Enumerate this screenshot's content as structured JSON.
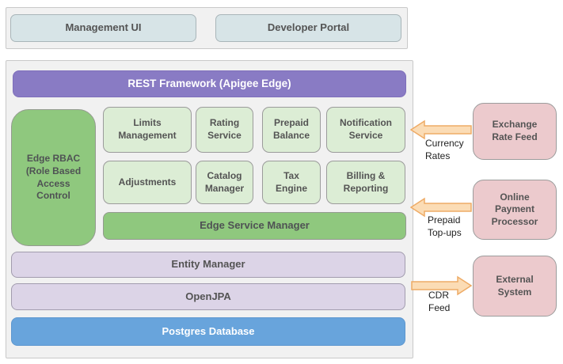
{
  "top_panel": {
    "boxes": [
      {
        "label": "Management UI"
      },
      {
        "label": "Developer Portal"
      }
    ]
  },
  "main_panel": {
    "rest_bar_label": "REST Framework (Apigee Edge)",
    "rbac_label": "Edge RBAC (Role Based Access Control",
    "services_row1": [
      "Limits Management",
      "Rating Service",
      "Prepaid Balance",
      "Notification Service"
    ],
    "services_row2": [
      "Adjustments",
      "Catalog Manager",
      "Tax Engine",
      "Billing & Reporting"
    ],
    "edge_service_manager_label": "Edge Service Manager",
    "entity_manager_label": "Entity Manager",
    "openjpa_label": "OpenJPA",
    "postgres_label": "Postgres Database"
  },
  "external_systems": [
    {
      "label": "Exchange Rate Feed"
    },
    {
      "label": "Online Payment Processor"
    },
    {
      "label": "External System"
    }
  ],
  "flows": [
    {
      "label": "Currency Rates",
      "direction": "left"
    },
    {
      "label": "Prepaid Top-ups",
      "direction": "left"
    },
    {
      "label": "CDR Feed",
      "direction": "right"
    }
  ],
  "colors": {
    "purple": "#897bc4",
    "green": "#8fc87e",
    "light_green": "#dcedd5",
    "lavender": "#dcd4e7",
    "blue": "#68a4dc",
    "pink": "#eccacd",
    "teal": "#d7e4e7",
    "arrow_fill": "#fbdcb5",
    "arrow_stroke": "#eeab66",
    "panel_bg": "#f1f1f1",
    "panel_border": "#c9c9c9"
  }
}
